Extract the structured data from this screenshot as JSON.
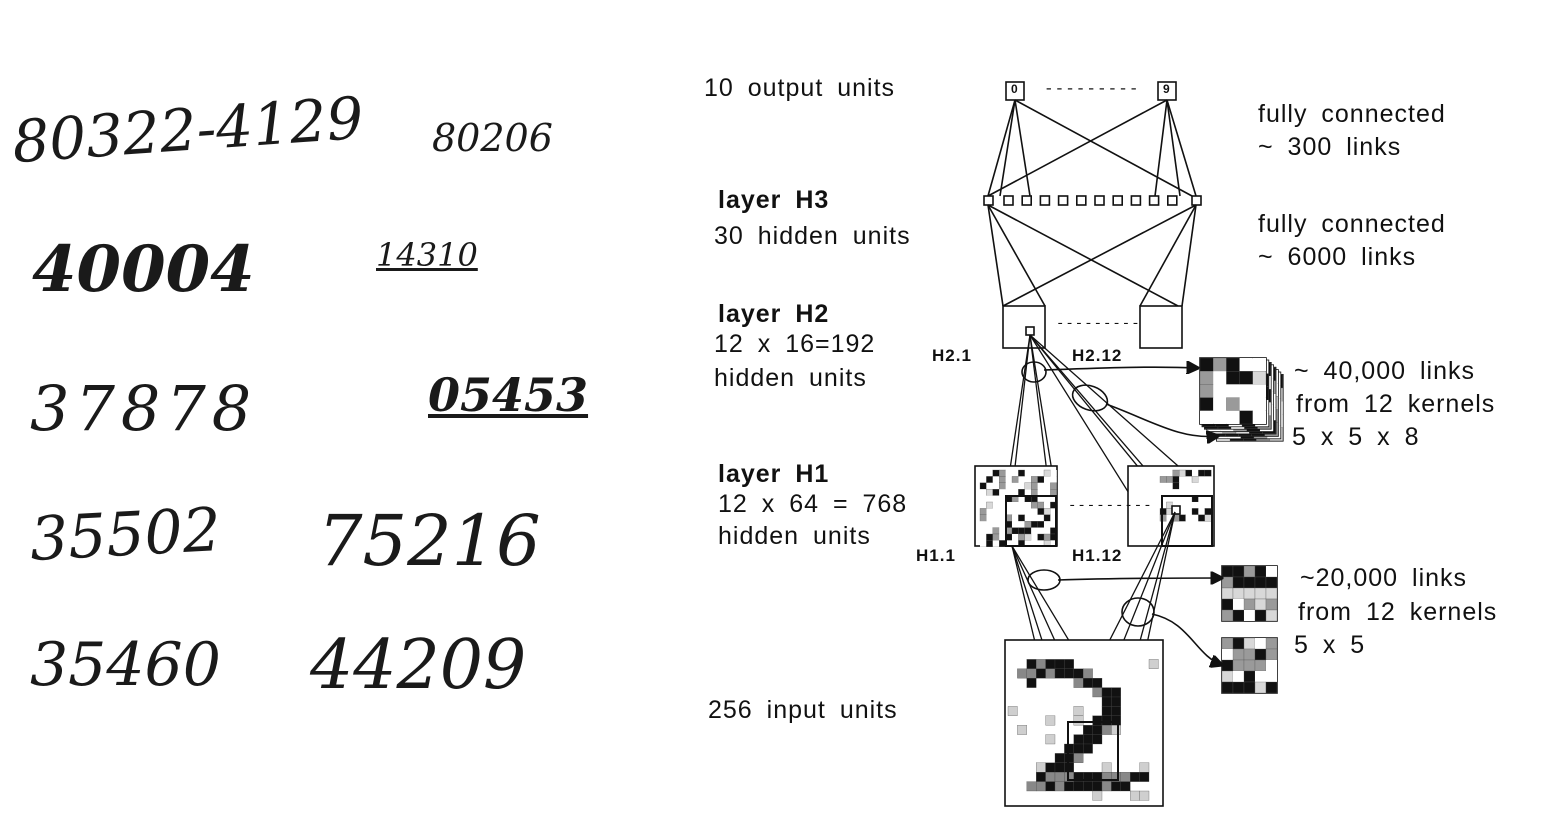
{
  "samples": {
    "rows": [
      [
        "80322-4129",
        "80206"
      ],
      [
        "40004",
        "14310"
      ],
      [
        "37878",
        "05453"
      ],
      [
        "35502",
        "75216"
      ],
      [
        "35460",
        "44209"
      ]
    ]
  },
  "network": {
    "output": {
      "label": "10 output units",
      "first_unit": "0",
      "last_unit": "9"
    },
    "h3": {
      "title": "layer H3",
      "desc": "30 hidden units"
    },
    "h2": {
      "title": "layer H2",
      "desc1": "12 x 16=192",
      "desc2": "hidden units",
      "map_first": "H2.1",
      "map_last": "H2.12"
    },
    "h1": {
      "title": "layer H1",
      "desc1": "12 x 64 = 768",
      "desc2": "hidden units",
      "map_first": "H1.1",
      "map_last": "H1.12"
    },
    "input": {
      "label": "256 input units"
    },
    "connections": {
      "out_h3": {
        "line1": "fully connected",
        "line2": "~ 300 links"
      },
      "h3_h2": {
        "line1": "fully connected",
        "line2": "~ 6000 links"
      },
      "h2_h1": {
        "line1": "~ 40,000 links",
        "line2": "from 12 kernels",
        "line3": "5 x 5 x 8"
      },
      "h1_in": {
        "line1": "~20,000 links",
        "line2": "from 12 kernels",
        "line3": "5 x 5"
      }
    },
    "dashes": "---------"
  }
}
